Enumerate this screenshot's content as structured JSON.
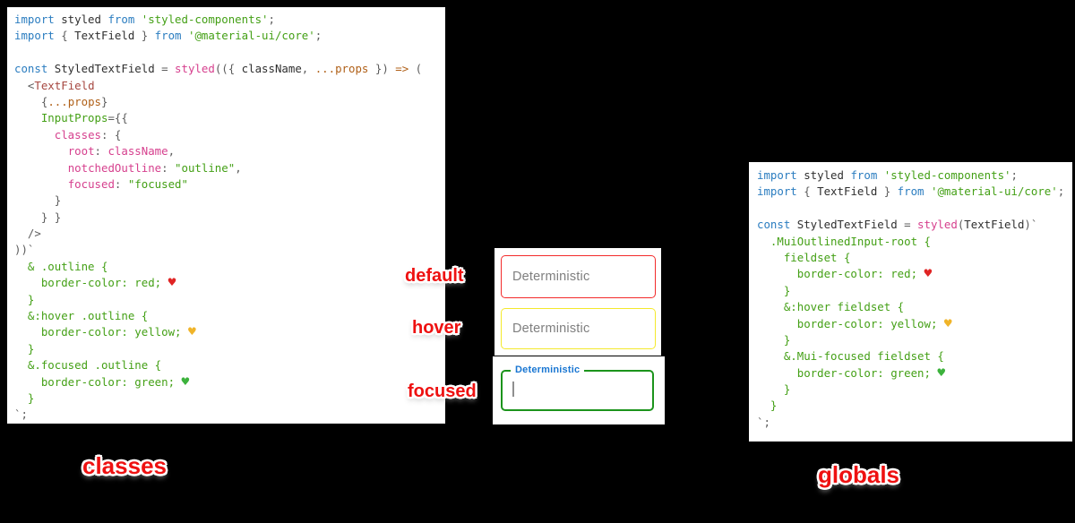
{
  "canvas": {
    "background": "#000000"
  },
  "colors": {
    "syntax_keyword": "#2b7dc0",
    "syntax_identifier": "#2f2f2f",
    "syntax_punctuation": "#5d5d5d",
    "syntax_string": "#44a016",
    "syntax_pink": "#d6408e",
    "syntax_jsx_tag": "#a64740",
    "syntax_orange": "#b06018",
    "heart_red": "#e02424",
    "heart_yellow": "#f0b429",
    "heart_green": "#3cb23c",
    "border_default": "#f32b2b",
    "border_hover": "#f4e92c",
    "border_focused": "#1c941c",
    "focused_label_blue": "#1976d2",
    "field_text_gray": "#7f7f7f",
    "label_red": "#ee1111"
  },
  "left_code": {
    "lines": [
      [
        [
          "k",
          "import "
        ],
        [
          "d",
          "styled "
        ],
        [
          "k",
          "from "
        ],
        [
          "s",
          "'styled-components'"
        ],
        [
          "g",
          ";"
        ]
      ],
      [
        [
          "k",
          "import "
        ],
        [
          "g",
          "{ "
        ],
        [
          "d",
          "TextField"
        ],
        [
          "g",
          " } "
        ],
        [
          "k",
          "from "
        ],
        [
          "s",
          "'@material-ui/core'"
        ],
        [
          "g",
          ";"
        ]
      ],
      [],
      [
        [
          "k",
          "const "
        ],
        [
          "d",
          "StyledTextField "
        ],
        [
          "g",
          "= "
        ],
        [
          "p",
          "styled"
        ],
        [
          "g",
          "(({ "
        ],
        [
          "d",
          "className"
        ],
        [
          "g",
          ", "
        ],
        [
          "o",
          "...props"
        ],
        [
          "g",
          " }) "
        ],
        [
          "o",
          "=>"
        ],
        [
          "g",
          " ("
        ]
      ],
      [
        [
          "g",
          "  <"
        ],
        [
          "j",
          "TextField"
        ]
      ],
      [
        [
          "g",
          "    {"
        ],
        [
          "o",
          "...props"
        ],
        [
          "g",
          "}"
        ]
      ],
      [
        [
          "g",
          "    "
        ],
        [
          "s",
          "InputProps"
        ],
        [
          "g",
          "={{"
        ]
      ],
      [
        [
          "g",
          "      "
        ],
        [
          "p",
          "classes"
        ],
        [
          "g",
          ": {"
        ]
      ],
      [
        [
          "g",
          "        "
        ],
        [
          "p",
          "root"
        ],
        [
          "g",
          ": "
        ],
        [
          "p",
          "className"
        ],
        [
          "g",
          ","
        ]
      ],
      [
        [
          "g",
          "        "
        ],
        [
          "p",
          "notchedOutline"
        ],
        [
          "g",
          ": "
        ],
        [
          "s",
          "\"outline\""
        ],
        [
          "g",
          ","
        ]
      ],
      [
        [
          "g",
          "        "
        ],
        [
          "p",
          "focused"
        ],
        [
          "g",
          ": "
        ],
        [
          "s",
          "\"focused\""
        ]
      ],
      [
        [
          "g",
          "      }"
        ]
      ],
      [
        [
          "g",
          "    } }"
        ]
      ],
      [
        [
          "g",
          "  />"
        ]
      ],
      [
        [
          "g",
          "))`"
        ]
      ],
      [
        [
          "s",
          "  & .outline {"
        ]
      ],
      [
        [
          "s",
          "    border-color: red; "
        ],
        [
          "hr",
          "♥"
        ]
      ],
      [
        [
          "s",
          "  }"
        ]
      ],
      [
        [
          "s",
          "  &:hover .outline {"
        ]
      ],
      [
        [
          "s",
          "    border-color: yellow; "
        ],
        [
          "hy",
          "♥"
        ]
      ],
      [
        [
          "s",
          "  }"
        ]
      ],
      [
        [
          "s",
          "  &.focused .outline {"
        ]
      ],
      [
        [
          "s",
          "    border-color: green; "
        ],
        [
          "hg",
          "♥"
        ]
      ],
      [
        [
          "s",
          "  }"
        ]
      ],
      [
        [
          "g",
          "`;"
        ]
      ]
    ]
  },
  "right_code": {
    "lines": [
      [
        [
          "k",
          "import "
        ],
        [
          "d",
          "styled "
        ],
        [
          "k",
          "from "
        ],
        [
          "s",
          "'styled-components'"
        ],
        [
          "g",
          ";"
        ]
      ],
      [
        [
          "k",
          "import "
        ],
        [
          "g",
          "{ "
        ],
        [
          "d",
          "TextField"
        ],
        [
          "g",
          " } "
        ],
        [
          "k",
          "from "
        ],
        [
          "s",
          "'@material-ui/core'"
        ],
        [
          "g",
          ";"
        ]
      ],
      [],
      [
        [
          "k",
          "const "
        ],
        [
          "d",
          "StyledTextField "
        ],
        [
          "g",
          "= "
        ],
        [
          "p",
          "styled"
        ],
        [
          "g",
          "("
        ],
        [
          "d",
          "TextField"
        ],
        [
          "g",
          ")`"
        ]
      ],
      [
        [
          "s",
          "  .MuiOutlinedInput-root {"
        ]
      ],
      [
        [
          "s",
          "    fieldset {"
        ]
      ],
      [
        [
          "s",
          "      border-color: red; "
        ],
        [
          "hr",
          "♥"
        ]
      ],
      [
        [
          "s",
          "    }"
        ]
      ],
      [
        [
          "s",
          "    &:hover fieldset {"
        ]
      ],
      [
        [
          "s",
          "      border-color: yellow; "
        ],
        [
          "hy",
          "♥"
        ]
      ],
      [
        [
          "s",
          "    }"
        ]
      ],
      [
        [
          "s",
          "    &.Mui-focused fieldset {"
        ]
      ],
      [
        [
          "s",
          "      border-color: green; "
        ],
        [
          "hg",
          "♥"
        ]
      ],
      [
        [
          "s",
          "    }"
        ]
      ],
      [
        [
          "s",
          "  }"
        ]
      ],
      [
        [
          "g",
          "`;"
        ]
      ]
    ]
  },
  "fields": {
    "default": {
      "label": "Deterministic",
      "state": "default"
    },
    "hover": {
      "label": "Deterministic",
      "state": "hover"
    },
    "focused": {
      "label": "Deterministic",
      "state": "focused"
    }
  },
  "state_labels": {
    "default": "default",
    "hover": "hover",
    "focused": "focused"
  },
  "captions": {
    "left": "classes",
    "right": "globals"
  }
}
